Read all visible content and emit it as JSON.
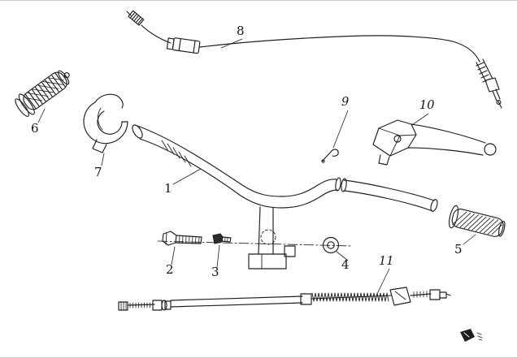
{
  "diagram": {
    "description": "Exploded parts diagram of a handlebar assembly",
    "labels": [
      "1",
      "2",
      "3",
      "4",
      "5",
      "6",
      "7",
      "8",
      "9",
      "10",
      "11"
    ]
  }
}
